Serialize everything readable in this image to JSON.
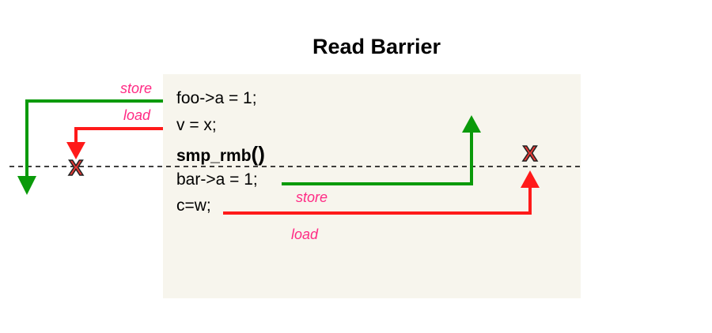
{
  "title": "Read Barrier",
  "code": {
    "line1": "foo->a = 1;",
    "line2": "v = x;",
    "line3_name": "smp_rmb",
    "line3_parens": "()",
    "line4": "bar->a = 1;",
    "line5": "c=w;"
  },
  "labels": {
    "store_left": "store",
    "load_left": "load",
    "store_right": "store",
    "load_right": "load"
  },
  "colors": {
    "panel": "#f7f5ed",
    "store_arrow": "#0a9a0a",
    "load_arrow": "#ff1a1a",
    "label_text": "#ff2a84",
    "blocked_mark": "#e53935"
  }
}
